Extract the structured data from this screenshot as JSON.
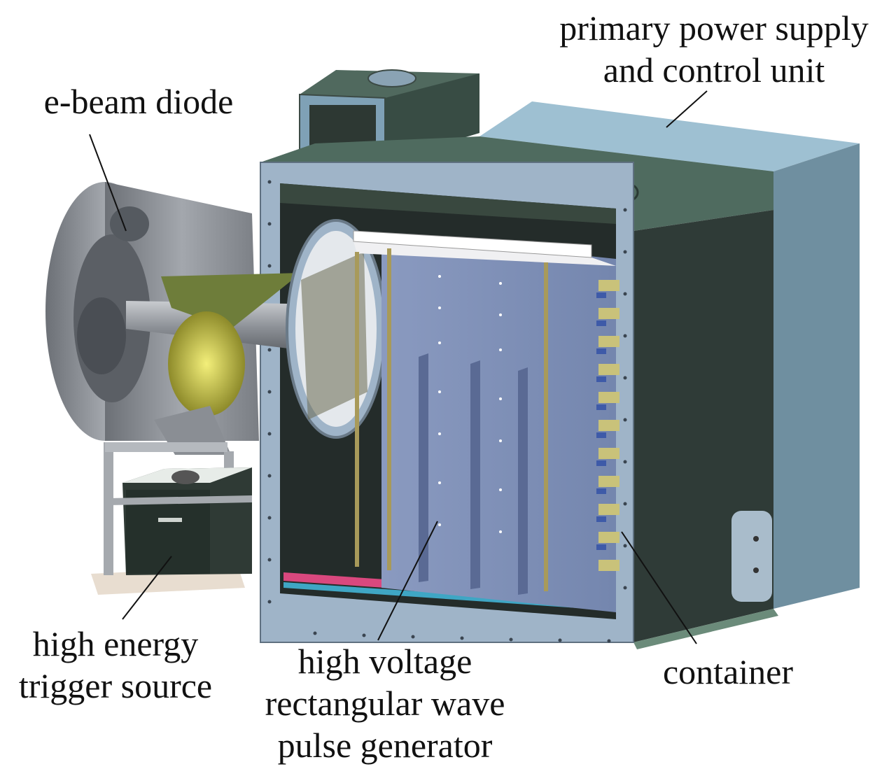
{
  "labels": {
    "ebeam_diode": "e-beam diode",
    "primary_power": [
      "primary power supply",
      "and control unit"
    ],
    "trigger_source": [
      "high energy",
      "trigger source"
    ],
    "hv_generator": [
      "high voltage",
      "rectangular wave",
      "pulse generator"
    ],
    "container": "container"
  },
  "colors": {
    "container_frame": "#9fb4c8",
    "container_top": "#4e6a5e",
    "container_side": "#2f3c38",
    "power_unit": "#8fb0c4",
    "generator_panel": "#7f8fb4",
    "diode_gray": "#8a8e94",
    "accent_yellow": "#d6d24a",
    "accent_pink": "#d0457c"
  }
}
